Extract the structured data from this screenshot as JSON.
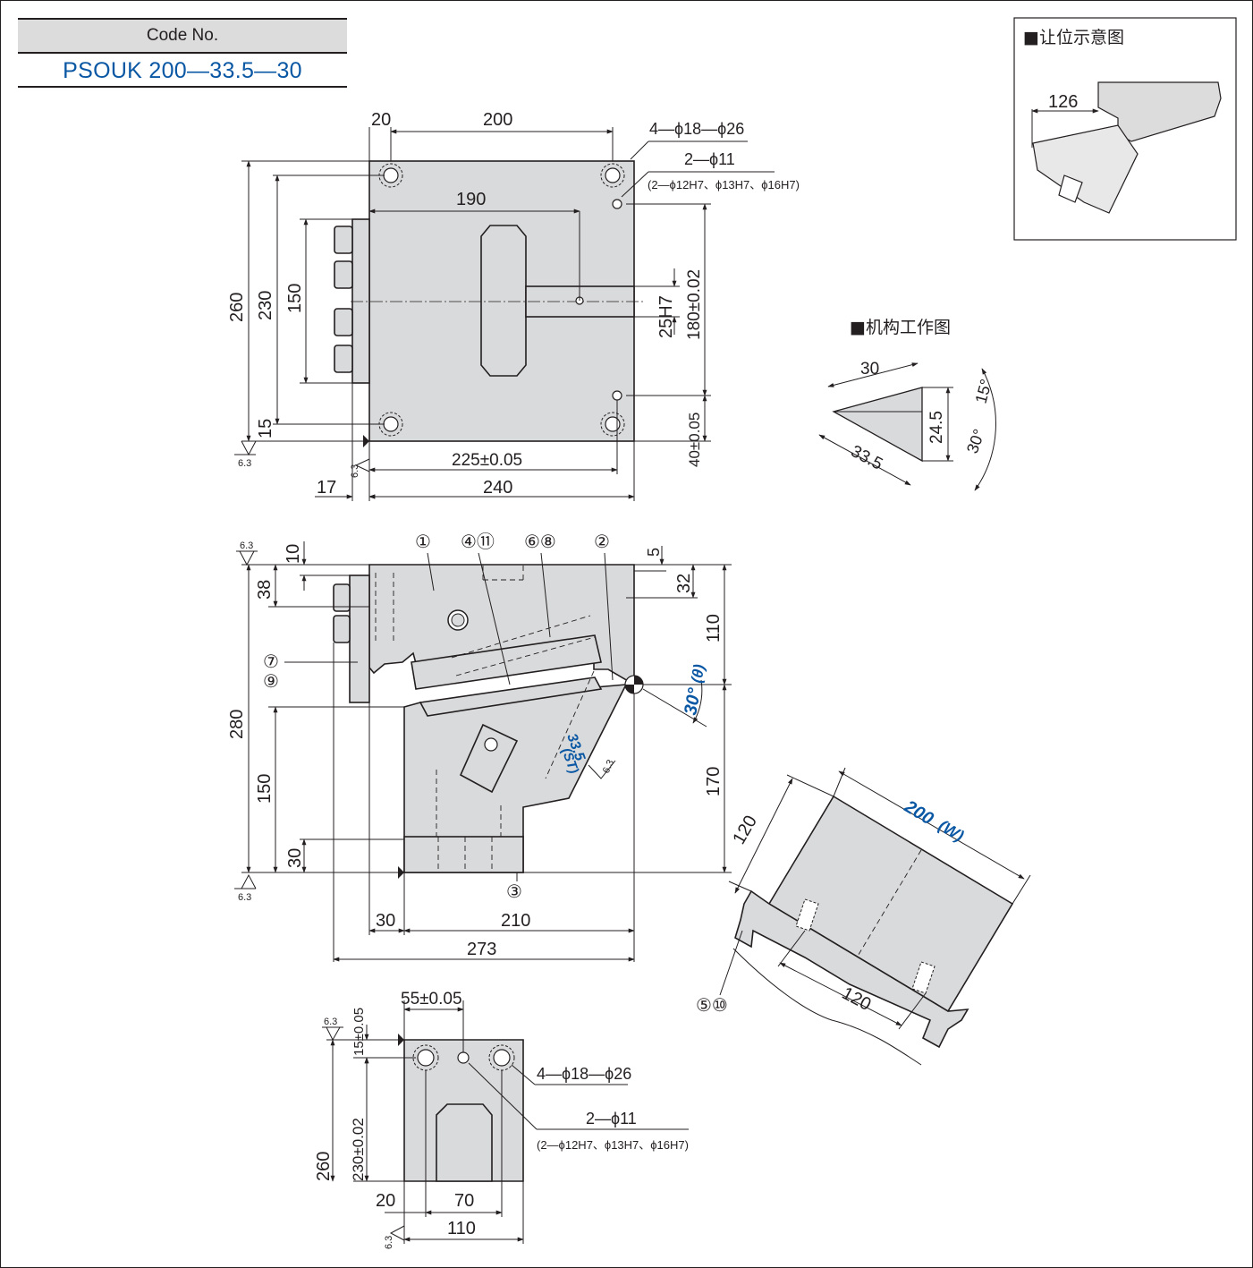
{
  "code": {
    "label": "Code No.",
    "value": "PSOUK 200—33.5—30"
  },
  "clearance_view": {
    "title": "■让位示意图",
    "dim": "126"
  },
  "mechanism_view": {
    "title": "■机构工作图",
    "top": "30",
    "height": "24.5",
    "hyp": "33.5",
    "angle_small": "15°",
    "angle_large": "30°"
  },
  "top_view": {
    "d20": "20",
    "d200": "200",
    "d190": "190",
    "hole_a": "4—ϕ18—ϕ26",
    "hole_b": "2—ϕ11",
    "hole_b_note": "(2—ϕ12H7、ϕ13H7、ϕ16H7)",
    "d260": "260",
    "d230": "230",
    "d150": "150",
    "d15": "15",
    "slot": "25H7",
    "d180": "180±0.02",
    "d40": "40±0.05",
    "d225": "225±0.05",
    "d17": "17",
    "d240": "240",
    "rough": "6.3"
  },
  "side_view": {
    "callouts": [
      "①",
      "④⑪",
      "⑥⑧",
      "②",
      "⑦",
      "⑨",
      "③"
    ],
    "d10": "10",
    "d38": "38",
    "d5": "5",
    "d32": "32",
    "d110": "110",
    "angle": "30°",
    "theta": "(θ)",
    "stroke": "33.5",
    "st": "(ST)",
    "d280": "280",
    "d150": "150",
    "d30v": "30",
    "d170": "170",
    "d30h": "30",
    "d210": "210",
    "d273": "273",
    "rough": "6.3"
  },
  "iso_view": {
    "width": "200",
    "w_label": "(W)",
    "d120a": "120",
    "d120b": "120",
    "callout": "⑤⑩"
  },
  "bottom_view": {
    "d55": "55±0.05",
    "d15": "15±0.05",
    "hole_a": "4—ϕ18—ϕ26",
    "hole_b": "2—ϕ11",
    "hole_b_note": "(2—ϕ12H7、ϕ13H7、ϕ16H7)",
    "d230": "230±0.02",
    "d260": "260",
    "d20": "20",
    "d70": "70",
    "d110": "110",
    "rough": "6.3"
  }
}
